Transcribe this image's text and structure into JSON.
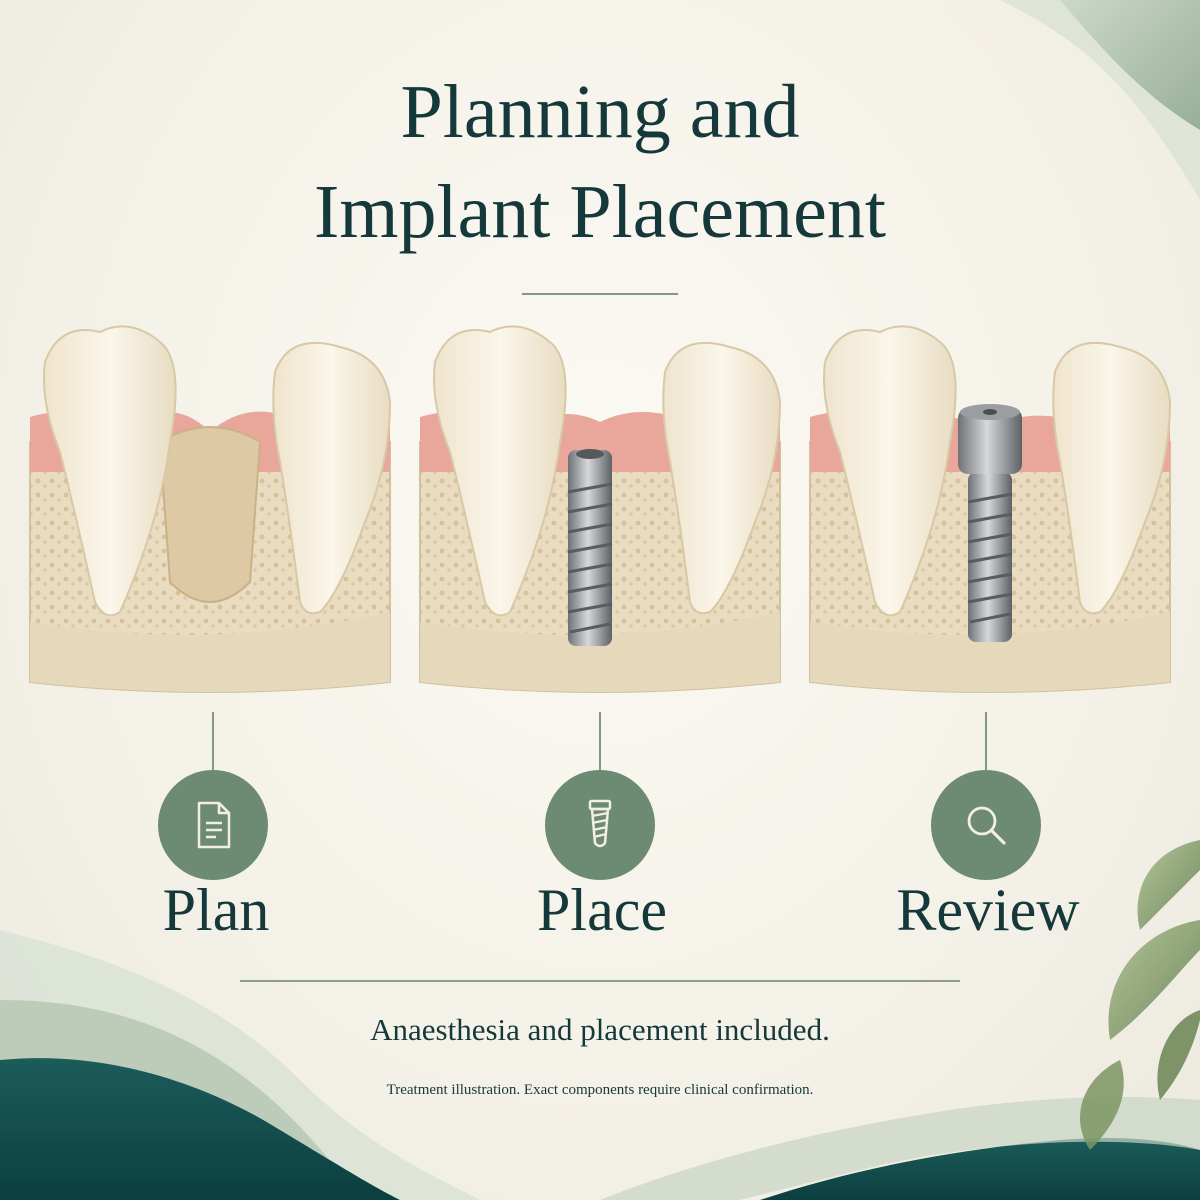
{
  "title": {
    "line1": "Planning and",
    "line2": "Implant Placement"
  },
  "steps": [
    {
      "label": "Plan",
      "icon": "document-icon",
      "stage": "empty-socket"
    },
    {
      "label": "Place",
      "icon": "implant-screw-icon",
      "stage": "implant-placed"
    },
    {
      "label": "Review",
      "icon": "magnifier-icon",
      "stage": "implant-with-abutment"
    }
  ],
  "tagline": "Anaesthesia and placement included.",
  "disclaimer": "Treatment illustration. Exact components require clinical confirmation.",
  "colors": {
    "accent_green": "#6d8b72",
    "title_teal": "#15393b",
    "deep_teal_wave": "#0f4a4a",
    "sage_wave": "#9bb29c",
    "gum_pink": "#e8a79a",
    "bone_beige": "#e9dcc0",
    "tooth_ivory": "#f6efdf",
    "implant_steel": "#a7aaad"
  }
}
